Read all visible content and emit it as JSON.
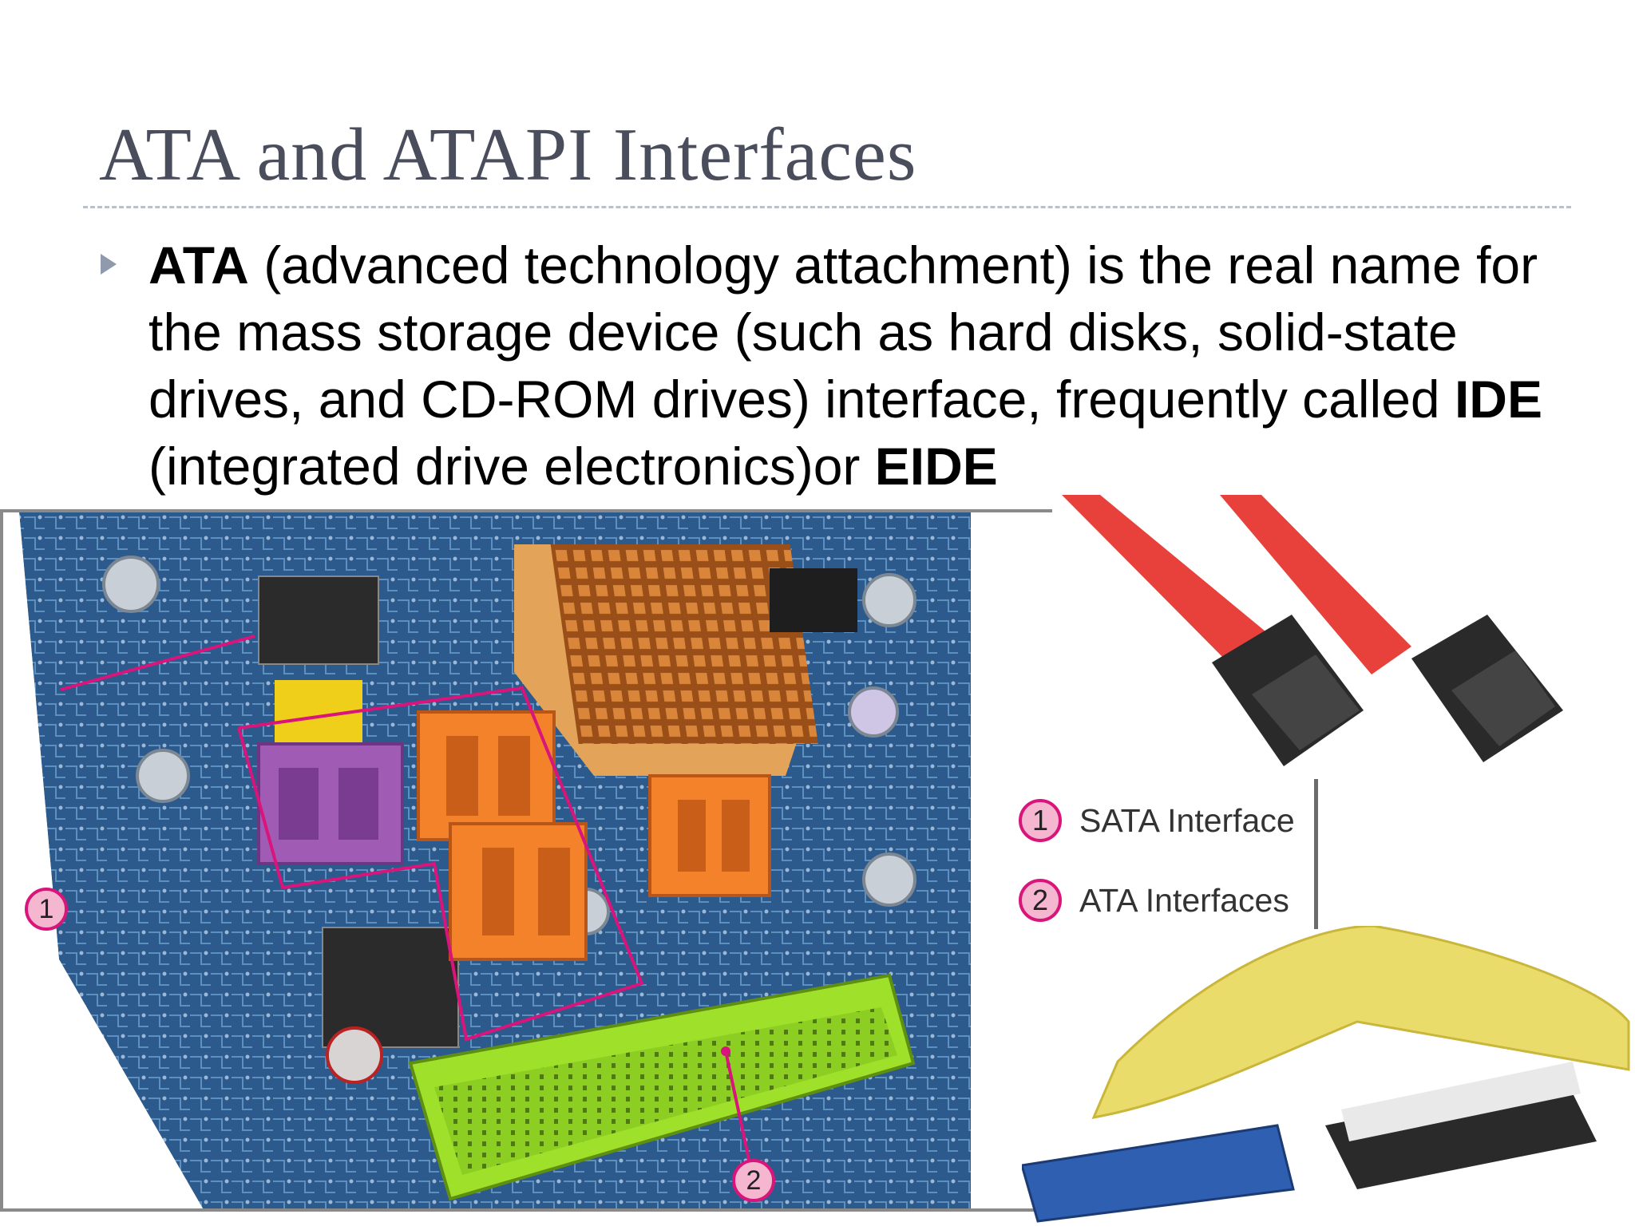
{
  "slide": {
    "title": "ATA and ATAPI Interfaces",
    "bullet": {
      "term_ata": "ATA",
      "text_1": " (advanced technology attachment) is the real name for the mass storage device (such as hard disks, solid-state drives, and CD-ROM drives) interface, frequently called ",
      "term_ide": "IDE",
      "text_2": " (integrated drive electronics)or ",
      "term_eide": "EIDE"
    }
  },
  "figure": {
    "callout_1": "1",
    "callout_2": "2",
    "legend": [
      {
        "number": "1",
        "label": "SATA Interface"
      },
      {
        "number": "2",
        "label": "ATA Interfaces"
      }
    ]
  },
  "colors": {
    "title_text": "#4a4e5c",
    "bullet_marker": "#8f9aad",
    "callout_stroke": "#d9147a",
    "callout_fill": "#f4b7cf",
    "board_blue": "#2d5a8c",
    "sata_purple": "#a05cb4",
    "sata_orange": "#f4822a",
    "ide_green": "#9ee02a",
    "heatsink_copper": "#c8742c",
    "sata_cable_red": "#e8413c",
    "ribbon_yellow": "#e9dc6a"
  }
}
